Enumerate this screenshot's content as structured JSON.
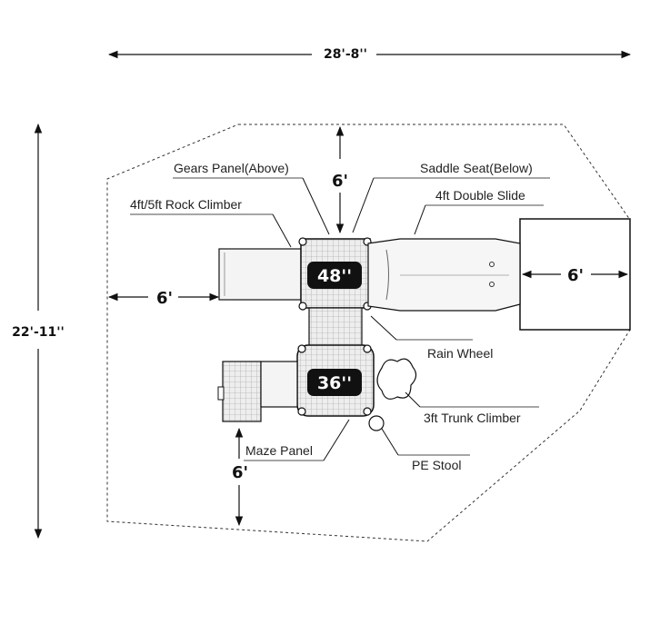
{
  "dimensions": {
    "overall_width": "28'-8''",
    "overall_depth": "22'-11''",
    "clearance_top": "6'",
    "clearance_left": "6'",
    "clearance_right": "6'",
    "clearance_bottom": "6'"
  },
  "decks": {
    "upper": "48''",
    "lower": "36''"
  },
  "labels": {
    "gears_panel": "Gears Panel(Above)",
    "saddle_seat": "Saddle Seat(Below)",
    "rock_climber": "4ft/5ft Rock Climber",
    "double_slide": "4ft Double Slide",
    "rain_wheel": "Rain Wheel",
    "trunk_climber": "3ft Trunk Climber",
    "maze_panel": "Maze Panel",
    "pe_stool": "PE Stool"
  },
  "colors": {
    "line": "#111111",
    "deck_badge": "#111111",
    "equipment_fill": "#f2f2f2"
  }
}
